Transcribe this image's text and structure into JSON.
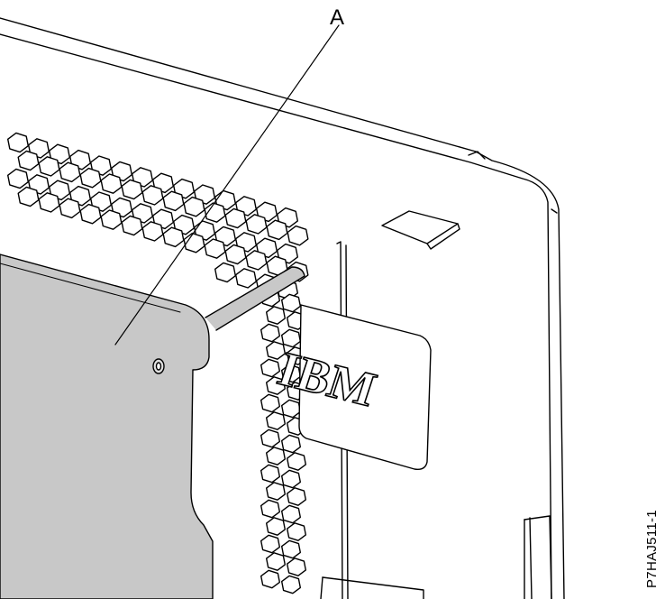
{
  "diagram": {
    "callout_label": "A",
    "figure_id": "P7HAJ511-1",
    "logo_text": "IBM",
    "colors": {
      "line": "#000000",
      "panel_fill": "#c8c8c8",
      "background": "#ffffff"
    },
    "parts": [
      "server-chassis-corner",
      "ventilation-hex-grid",
      "cover-panel",
      "cover-screw",
      "release-latch",
      "ibm-logo-badge"
    ]
  }
}
